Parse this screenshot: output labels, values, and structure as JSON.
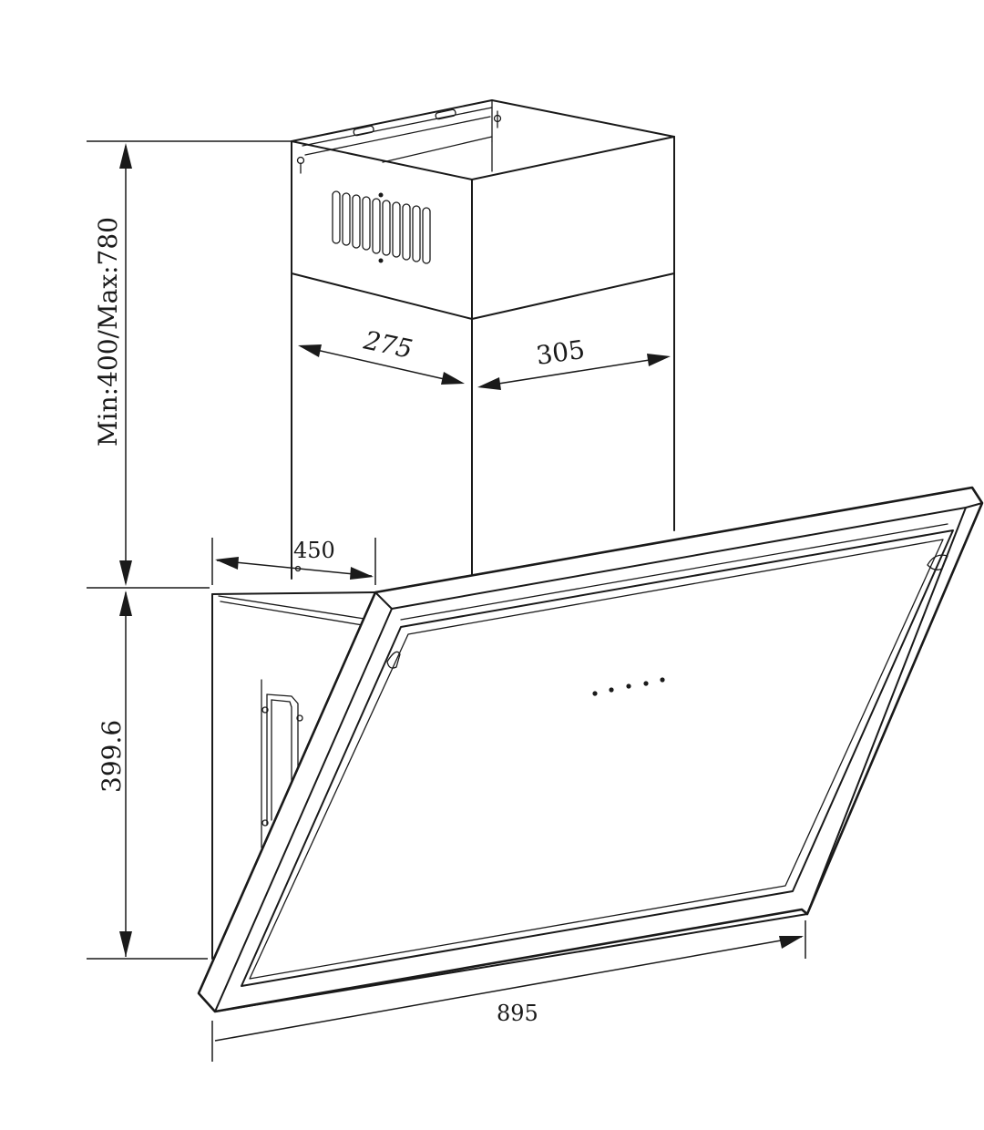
{
  "dimensions": {
    "chimney_height": "Min:400/Max:780",
    "chimney_depth": "275",
    "chimney_width": "305",
    "hood_depth": "450",
    "hood_height": "399.6",
    "hood_width": "895"
  },
  "control_panel": {
    "button_count": 5
  }
}
